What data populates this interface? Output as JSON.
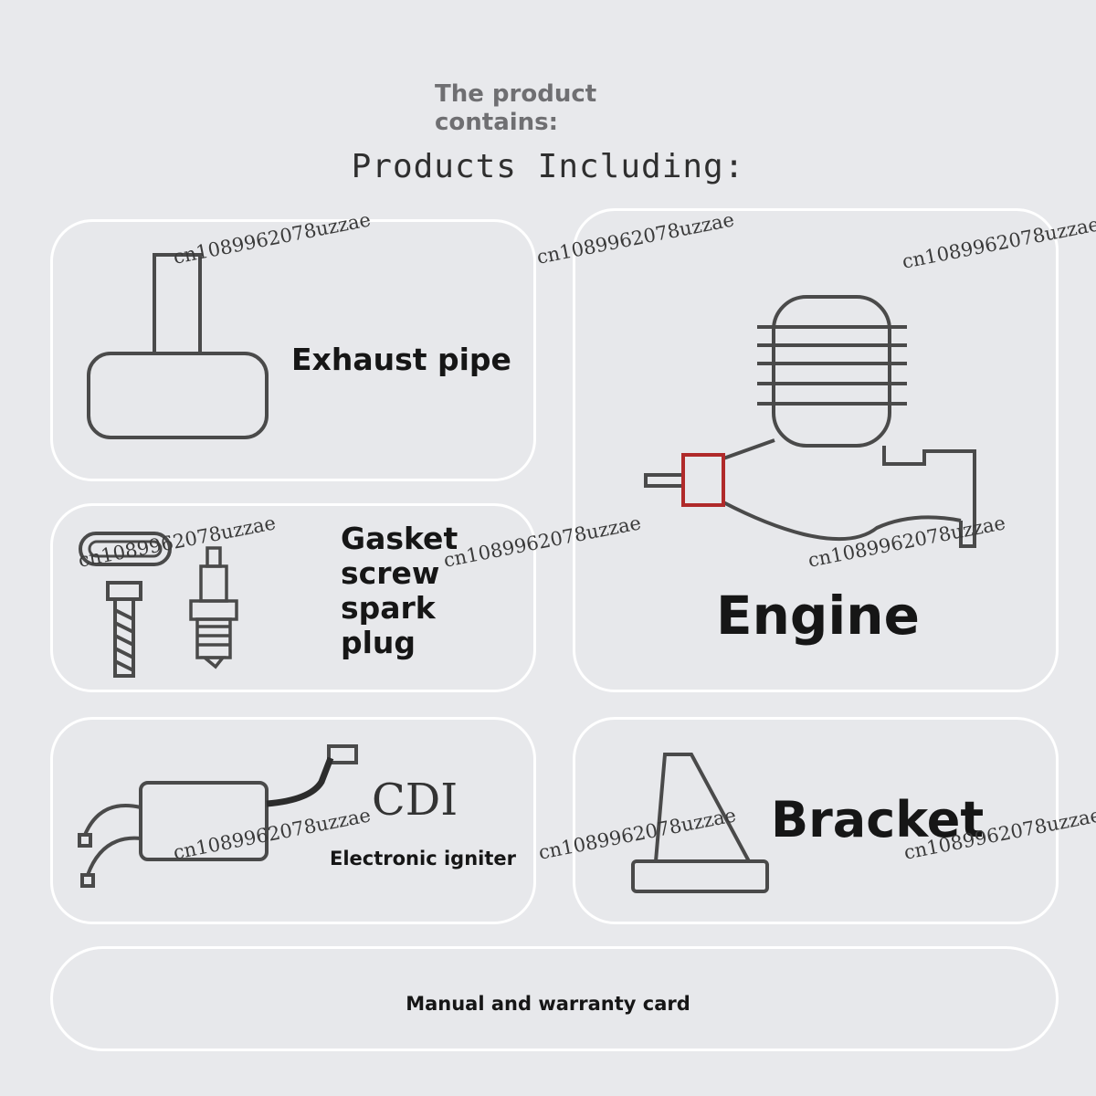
{
  "header": {
    "contains": "The product contains:",
    "title": "Products Including:"
  },
  "items": {
    "exhaust": "Exhaust pipe",
    "gasket_lines": [
      "Gasket",
      "screw",
      "spark",
      "plug"
    ],
    "engine": "Engine",
    "cdi_title": "CDI",
    "cdi_subtitle": "Electronic igniter",
    "bracket": "Bracket",
    "manual": "Manual and warranty card"
  },
  "watermark": "cn1089962078uzzae",
  "colors": {
    "background": "#e8e9ec",
    "panel_border": "#ffffff",
    "line_art": "#4a4a4a",
    "highlight": "#b02a2a"
  }
}
